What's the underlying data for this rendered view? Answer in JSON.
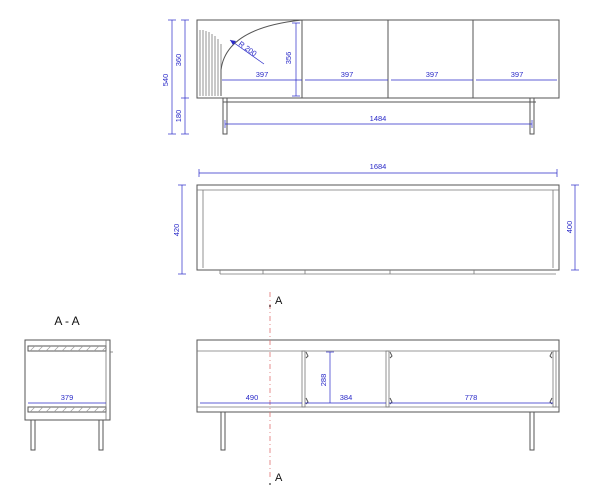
{
  "colors": {
    "outline": "#555555",
    "dimension": "#2a2ac8",
    "section_line": "#e07070",
    "background": "#ffffff"
  },
  "front_view": {
    "height_total": "540",
    "height_body": "360",
    "height_legs": "180",
    "height_inner": "356",
    "radius": "R 200",
    "door_widths": [
      "397",
      "397",
      "397",
      "397"
    ],
    "leg_span": "1484"
  },
  "top_view": {
    "width": "1684",
    "depth_left": "420",
    "depth_right": "400"
  },
  "section_view": {
    "title": "A - A",
    "inner_depth": "379"
  },
  "interior_view": {
    "section_marker_top": "A",
    "section_marker_bottom": "A",
    "compartment_widths": [
      "490",
      "384",
      "778"
    ],
    "shelf_height": "288"
  }
}
